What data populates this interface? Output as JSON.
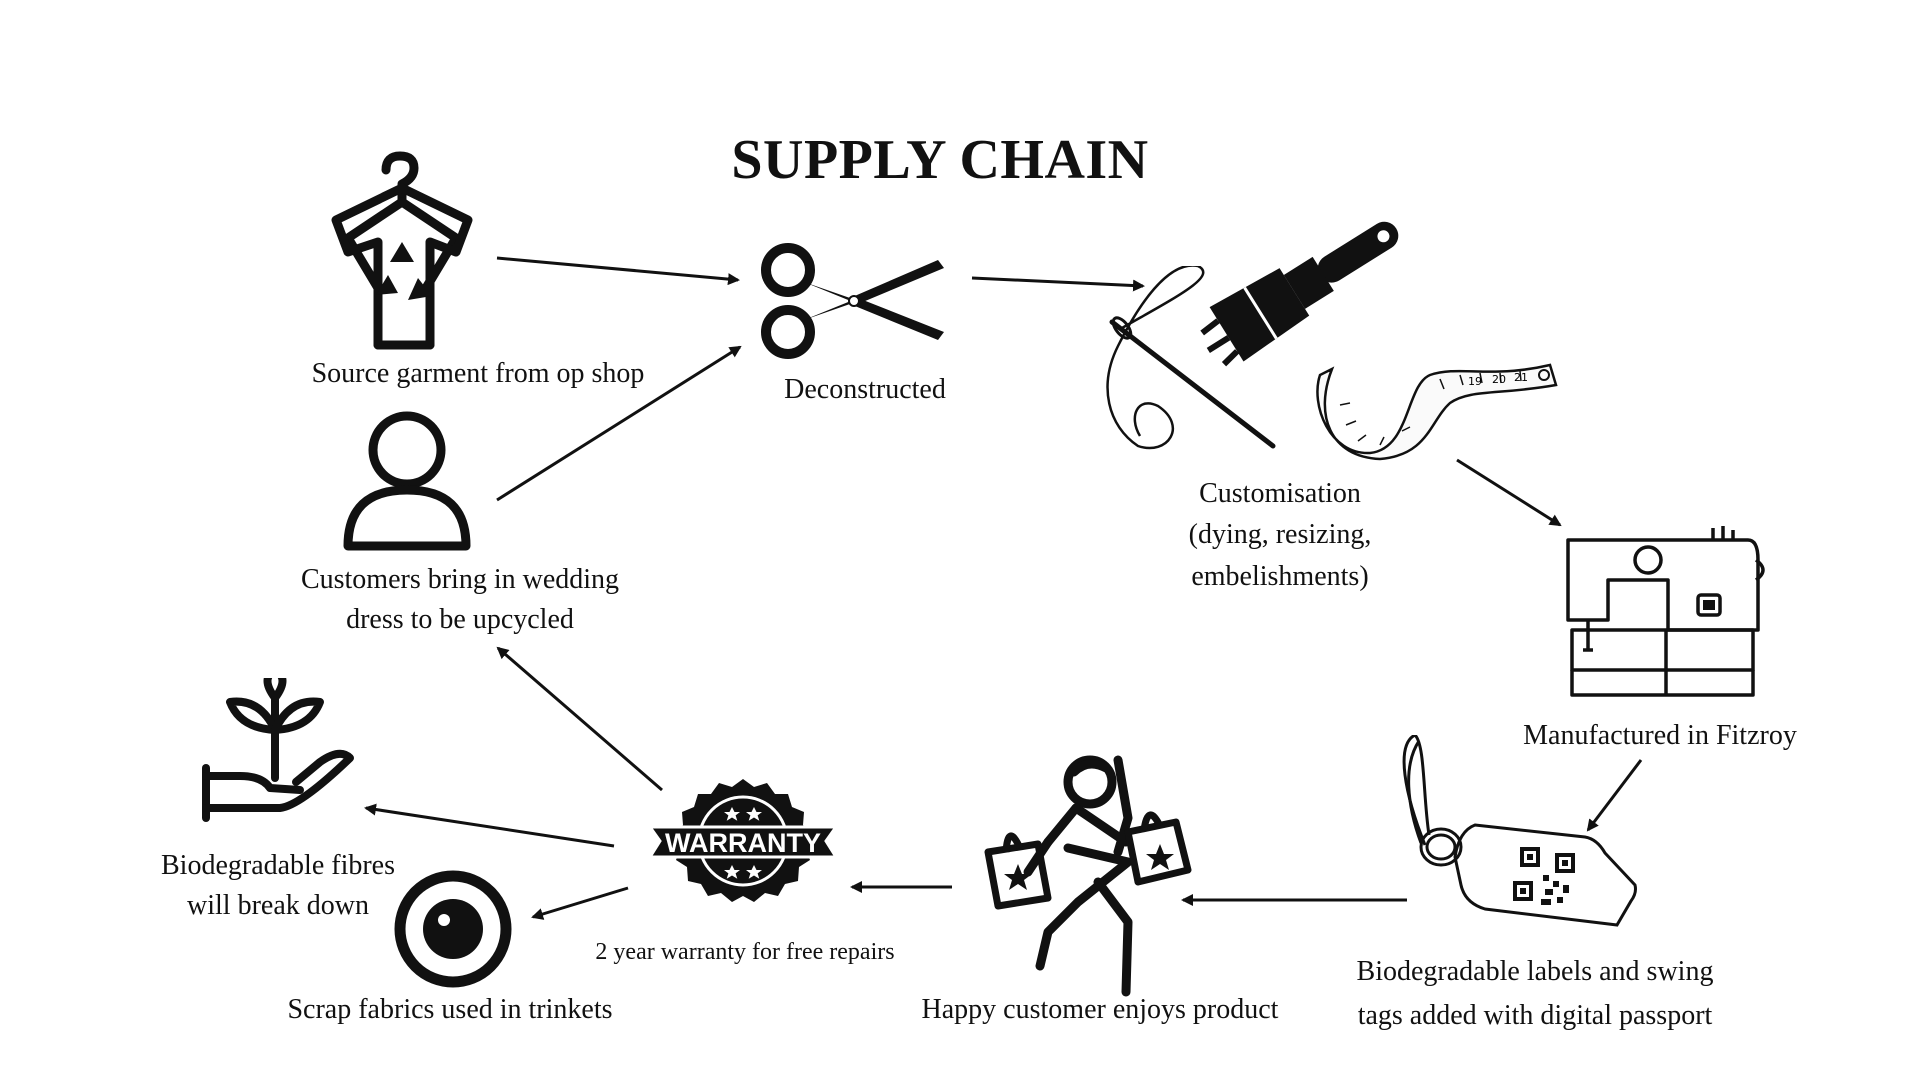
{
  "title": "SUPPLY CHAIN",
  "nodes": {
    "source": "Source garment from op shop",
    "deconstructed": "Deconstructed",
    "customisation": [
      "Customisation",
      "(dying, resizing,",
      "embelishments)"
    ],
    "manufactured": "Manufactured in Fitzroy",
    "labels": [
      "Biodegradable labels and swing",
      "tags added with digital passport"
    ],
    "happy": "Happy customer enjoys product",
    "warranty": "2 year warranty for free repairs",
    "warranty_badge": "WARRANTY",
    "customers": [
      "Customers bring in wedding",
      "dress to be upcycled"
    ],
    "biodegradable": [
      "Biodegradable fibres",
      "will break down"
    ],
    "scrap": "Scrap fabrics used in trinkets"
  },
  "tape_numbers": [
    "19",
    "20",
    "21"
  ]
}
